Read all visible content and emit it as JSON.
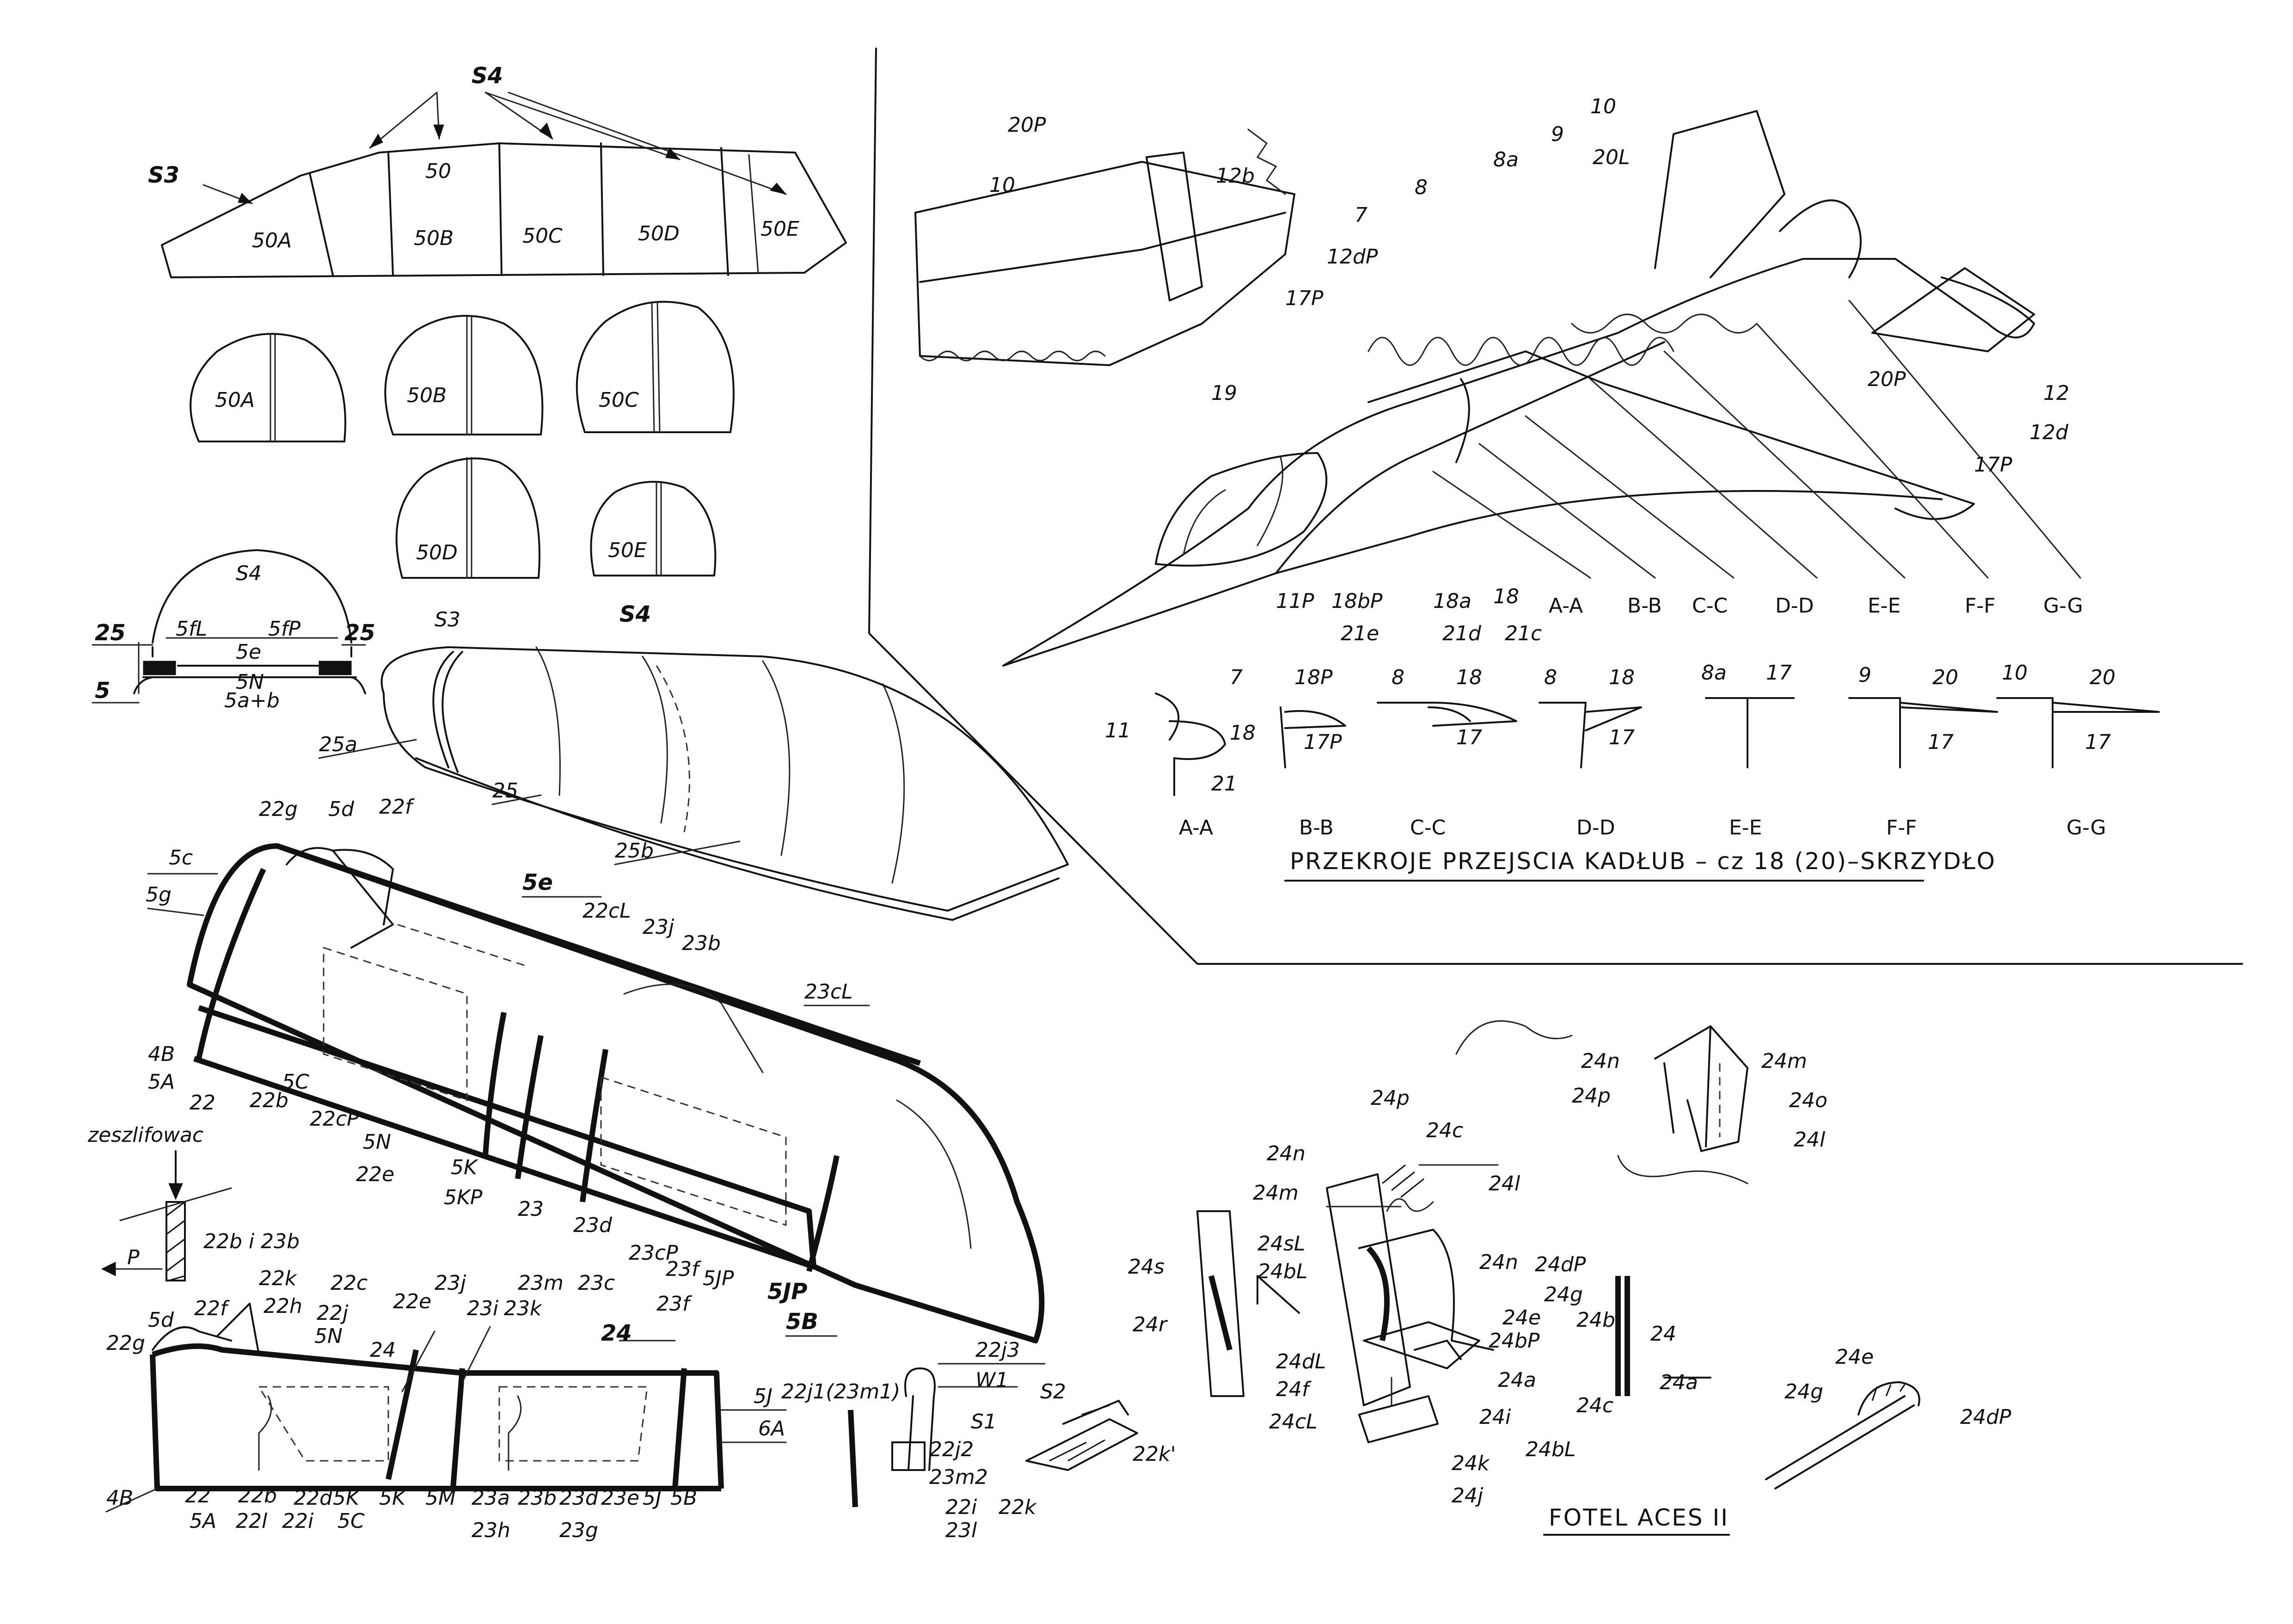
{
  "canopy_frames": {
    "top_labels": {
      "s4": "S4",
      "s3": "S3"
    },
    "strip_parts": [
      "50A",
      "50B",
      "50C",
      "50D",
      "50E"
    ],
    "strip_center": "50",
    "frames": [
      "50A",
      "50B",
      "50C",
      "50D",
      "50E"
    ]
  },
  "canopy_section": {
    "labels": [
      "S4",
      "25",
      "5fL",
      "5fP",
      "25",
      "5e",
      "5N",
      "5",
      "5a+b"
    ]
  },
  "canopy_3d": {
    "labels": [
      "S3",
      "S4",
      "25a",
      "25",
      "25b"
    ]
  },
  "aircraft": {
    "labels": [
      "20P",
      "12b",
      "10",
      "12dP",
      "17P",
      "10",
      "9",
      "8a",
      "20L",
      "8",
      "7",
      "19",
      "20P",
      "12",
      "12d",
      "17P",
      "11P",
      "18bP",
      "18a",
      "18",
      "21e",
      "21d",
      "21c",
      "A-A",
      "B-B",
      "C-C",
      "D-D",
      "E-E",
      "F-F",
      "G-G"
    ]
  },
  "sections": {
    "caption": "PRZEKROJE PRZEJSCIA KADŁUB – cz 18 (20)–SKRZYDŁO",
    "items": [
      {
        "name": "A-A",
        "labels": [
          "11",
          "18",
          "21"
        ]
      },
      {
        "name": "B-B",
        "labels": [
          "7",
          "18P",
          "17P"
        ]
      },
      {
        "name": "C-C",
        "labels": [
          "8",
          "18",
          "17"
        ]
      },
      {
        "name": "D-D",
        "labels": [
          "8",
          "18",
          "17"
        ]
      },
      {
        "name": "E-E",
        "labels": [
          "8a",
          "17"
        ]
      },
      {
        "name": "F-F",
        "labels": [
          "9",
          "20",
          "17"
        ]
      },
      {
        "name": "G-G",
        "labels": [
          "10",
          "20",
          "17"
        ]
      }
    ]
  },
  "cockpit_3d": {
    "labels": [
      "22g",
      "5d",
      "22f",
      "5c",
      "5g",
      "5e",
      "22cL",
      "23j",
      "23b",
      "23cL",
      "4B",
      "5A",
      "22",
      "22b",
      "5C",
      "22cP",
      "5N",
      "22e",
      "5K",
      "5KP",
      "23",
      "23d",
      "23cP",
      "23f",
      "5JP",
      "5JP",
      "5B"
    ]
  },
  "sanding_note": {
    "text": "zeszlifowac",
    "part": "22b i 23b",
    "dir": "P"
  },
  "cockpit_side": {
    "labels": [
      "22g",
      "5d",
      "22f",
      "22k",
      "22h",
      "22c",
      "22j",
      "5N",
      "22e",
      "24",
      "23j",
      "23i",
      "23m",
      "23k",
      "23c",
      "23f",
      "24",
      "5J",
      "6A",
      "4B",
      "5A",
      "22",
      "22l",
      "22b",
      "22i",
      "22d",
      "5K",
      "5K",
      "5M",
      "5C",
      "23a",
      "23h",
      "23b",
      "23d",
      "23e",
      "5J",
      "5B",
      "23g"
    ]
  },
  "stick": {
    "labels": [
      "22j3",
      "W1",
      "22j1(23m1)",
      "22j2",
      "23m2",
      "22i",
      "23l"
    ]
  },
  "panel": {
    "labels": [
      "S2",
      "S1",
      "22k'",
      "22k"
    ]
  },
  "seat": {
    "title": "FOTEL ACES II",
    "labels": [
      "24p",
      "24n",
      "24c",
      "24m",
      "24l",
      "24sL",
      "24bL",
      "24n",
      "24dP",
      "24g",
      "24e",
      "24bP",
      "24s",
      "24r",
      "24dL",
      "24f",
      "24cL",
      "24a",
      "24i",
      "24k",
      "24bL",
      "24j",
      "24b",
      "24",
      "24a",
      "24c"
    ]
  },
  "seat_headrest": {
    "labels": [
      "24n",
      "24m",
      "24p",
      "24o",
      "24l"
    ]
  },
  "seat_small": {
    "labels": [
      "24e",
      "24g",
      "24dP"
    ]
  }
}
